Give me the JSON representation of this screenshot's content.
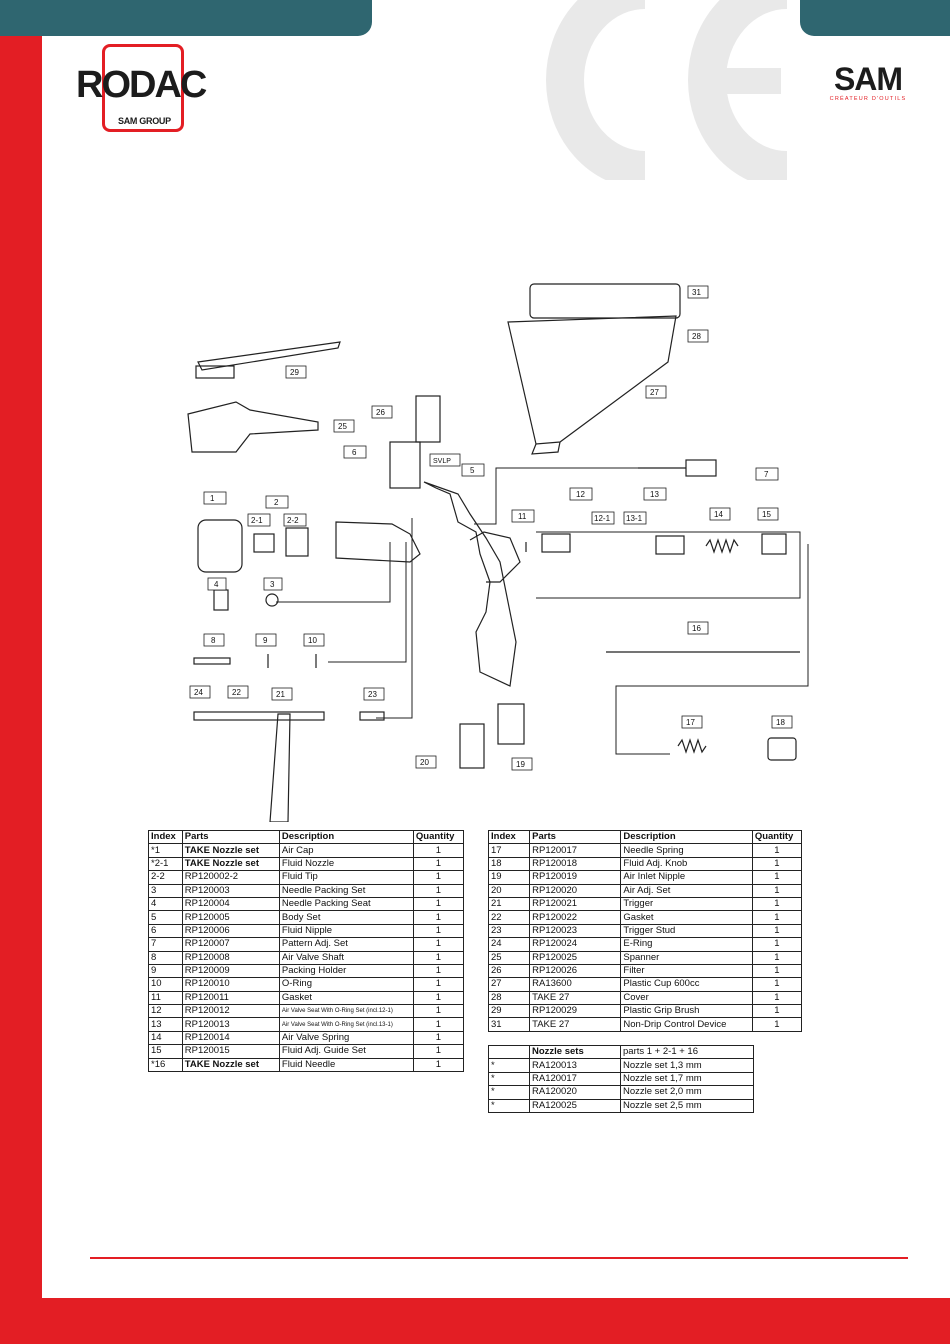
{
  "header": {
    "rodac_logo": "RODAC",
    "rodac_sub": "SAM GROUP",
    "sam_logo": "SAM",
    "sam_sub": "CRÉATEUR D'OUTILS",
    "ce_mark": "CE"
  },
  "diagram_labels": [
    {
      "num": "1",
      "name": "callout-1"
    },
    {
      "num": "2",
      "name": "callout-2"
    },
    {
      "num": "2-1",
      "name": "callout-2-1"
    },
    {
      "num": "2-2",
      "name": "callout-2-2"
    },
    {
      "num": "3",
      "name": "callout-3"
    },
    {
      "num": "4",
      "name": "callout-4"
    },
    {
      "num": "5",
      "name": "callout-5"
    },
    {
      "num": "6",
      "name": "callout-6"
    },
    {
      "num": "7",
      "name": "callout-7"
    },
    {
      "num": "8",
      "name": "callout-8"
    },
    {
      "num": "9",
      "name": "callout-9"
    },
    {
      "num": "10",
      "name": "callout-10"
    },
    {
      "num": "11",
      "name": "callout-11"
    },
    {
      "num": "12",
      "name": "callout-12"
    },
    {
      "num": "12-1",
      "name": "callout-12-1"
    },
    {
      "num": "13",
      "name": "callout-13"
    },
    {
      "num": "13-1",
      "name": "callout-13-1"
    },
    {
      "num": "14",
      "name": "callout-14"
    },
    {
      "num": "15",
      "name": "callout-15"
    },
    {
      "num": "16",
      "name": "callout-16"
    },
    {
      "num": "17",
      "name": "callout-17"
    },
    {
      "num": "18",
      "name": "callout-18"
    },
    {
      "num": "19",
      "name": "callout-19"
    },
    {
      "num": "20",
      "name": "callout-20"
    },
    {
      "num": "21",
      "name": "callout-21"
    },
    {
      "num": "22",
      "name": "callout-22"
    },
    {
      "num": "23",
      "name": "callout-23"
    },
    {
      "num": "24",
      "name": "callout-24"
    },
    {
      "num": "25",
      "name": "callout-25"
    },
    {
      "num": "26",
      "name": "callout-26"
    },
    {
      "num": "27",
      "name": "callout-27"
    },
    {
      "num": "28",
      "name": "callout-28"
    },
    {
      "num": "29",
      "name": "callout-29"
    },
    {
      "num": "31",
      "name": "callout-31"
    }
  ],
  "diagram_tag": "SVLP",
  "table_headers": [
    "Index",
    "Parts",
    "Description",
    "Quantity"
  ],
  "table_left": [
    [
      "*1",
      "TAKE Nozzle set",
      "Air Cap",
      "1"
    ],
    [
      "*2-1",
      "TAKE Nozzle set",
      "Fluid Nozzle",
      "1"
    ],
    [
      "2-2",
      "RP120002-2",
      "Fluid Tip",
      "1"
    ],
    [
      "3",
      "RP120003",
      "Needle Packing Set",
      "1"
    ],
    [
      "4",
      "RP120004",
      "Needle Packing Seat",
      "1"
    ],
    [
      "5",
      "RP120005",
      "Body Set",
      "1"
    ],
    [
      "6",
      "RP120006",
      "Fluid Nipple",
      "1"
    ],
    [
      "7",
      "RP120007",
      "Pattern Adj. Set",
      "1"
    ],
    [
      "8",
      "RP120008",
      "Air Valve Shaft",
      "1"
    ],
    [
      "9",
      "RP120009",
      "Packing Holder",
      "1"
    ],
    [
      "10",
      "RP120010",
      "O-Ring",
      "1"
    ],
    [
      "11",
      "RP120011",
      "Gasket",
      "1"
    ],
    [
      "12",
      "RP120012",
      "Air Valve Seat With O-Ring Set (incl.12-1)",
      "1"
    ],
    [
      "13",
      "RP120013",
      "Air Valve Seat With O-Ring Set (incl.13-1)",
      "1"
    ],
    [
      "14",
      "RP120014",
      "Air Valve Spring",
      "1"
    ],
    [
      "15",
      "RP120015",
      "Fluid Adj. Guide Set",
      "1"
    ],
    [
      "*16",
      "TAKE Nozzle set",
      "Fluid Needle",
      "1"
    ]
  ],
  "table_right": [
    [
      "17",
      "RP120017",
      "Needle Spring",
      "1"
    ],
    [
      "18",
      "RP120018",
      "Fluid Adj. Knob",
      "1"
    ],
    [
      "19",
      "RP120019",
      "Air Inlet Nipple",
      "1"
    ],
    [
      "20",
      "RP120020",
      "Air Adj. Set",
      "1"
    ],
    [
      "21",
      "RP120021",
      "Trigger",
      "1"
    ],
    [
      "22",
      "RP120022",
      "Gasket",
      "1"
    ],
    [
      "23",
      "RP120023",
      "Trigger Stud",
      "1"
    ],
    [
      "24",
      "RP120024",
      "E-Ring",
      "1"
    ],
    [
      "25",
      "RP120025",
      "Spanner",
      "1"
    ],
    [
      "26",
      "RP120026",
      "Filter",
      "1"
    ],
    [
      "27",
      "RA13600",
      "Plastic Cup 600cc",
      "1"
    ],
    [
      "28",
      "TAKE 27",
      "Cover",
      "1"
    ],
    [
      "29",
      "RP120029",
      "Plastic Grip Brush",
      "1"
    ],
    [
      "31",
      "TAKE 27",
      "Non-Drip Control Device",
      "1"
    ]
  ],
  "nozzle_table": {
    "header": [
      "",
      "Nozzle sets",
      "parts 1 + 2-1 + 16"
    ],
    "rows": [
      [
        "*",
        "RA120013",
        "Nozzle set 1,3 mm"
      ],
      [
        "*",
        "RA120017",
        "Nozzle set 1,7 mm"
      ],
      [
        "*",
        "RA120020",
        "Nozzle set 2,0 mm"
      ],
      [
        "*",
        "RA120025",
        "Nozzle set 2,5 mm"
      ]
    ]
  }
}
